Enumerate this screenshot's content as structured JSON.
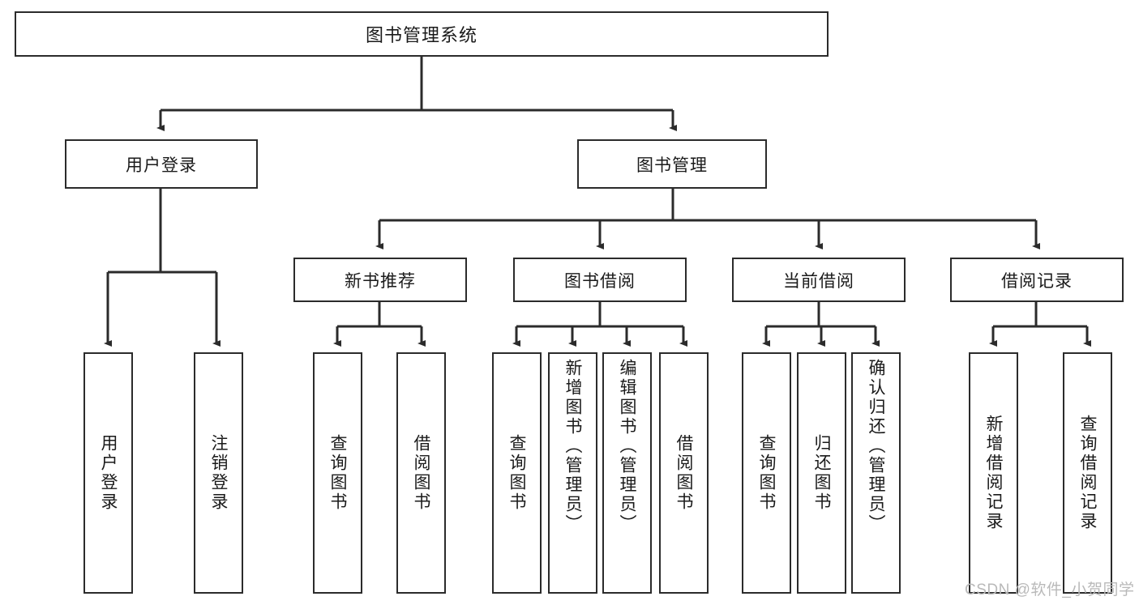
{
  "diagram": {
    "type": "tree-hierarchy",
    "root": {
      "id": "root",
      "label": "图书管理系统"
    },
    "level2": [
      {
        "id": "user-login",
        "label": "用户登录"
      },
      {
        "id": "book-manage",
        "label": "图书管理"
      }
    ],
    "level3": [
      {
        "id": "new-book-recommend",
        "label": "新书推荐",
        "parent": "book-manage"
      },
      {
        "id": "book-borrow",
        "label": "图书借阅",
        "parent": "book-manage"
      },
      {
        "id": "current-borrow",
        "label": "当前借阅",
        "parent": "book-manage"
      },
      {
        "id": "borrow-record",
        "label": "借阅记录",
        "parent": "book-manage"
      }
    ],
    "leaves": [
      {
        "id": "leaf-user-login",
        "label": "用户登录",
        "parent": "user-login"
      },
      {
        "id": "leaf-logout-login",
        "label": "注销登录",
        "parent": "user-login"
      },
      {
        "id": "leaf-query-book-1",
        "label": "查询图书",
        "parent": "new-book-recommend"
      },
      {
        "id": "leaf-borrow-book-1",
        "label": "借阅图书",
        "parent": "new-book-recommend"
      },
      {
        "id": "leaf-query-book-2",
        "label": "查询图书",
        "parent": "book-borrow"
      },
      {
        "id": "leaf-add-book",
        "label": "新增图书（管理员）",
        "parent": "book-borrow"
      },
      {
        "id": "leaf-edit-book",
        "label": "编辑图书（管理员）",
        "parent": "book-borrow"
      },
      {
        "id": "leaf-borrow-book-2",
        "label": "借阅图书",
        "parent": "book-borrow"
      },
      {
        "id": "leaf-query-book-3",
        "label": "查询图书",
        "parent": "current-borrow"
      },
      {
        "id": "leaf-return-book",
        "label": "归还图书",
        "parent": "current-borrow"
      },
      {
        "id": "leaf-confirm-return",
        "label": "确认归还（管理员）",
        "parent": "current-borrow"
      },
      {
        "id": "leaf-add-record",
        "label": "新增借阅记录",
        "parent": "borrow-record"
      },
      {
        "id": "leaf-query-record",
        "label": "查询借阅记录",
        "parent": "borrow-record"
      }
    ],
    "colors": {
      "stroke": "#2b2b2b",
      "fill": "#ffffff",
      "text": "#1a1a1a",
      "watermark": "#b9b9b9"
    }
  },
  "watermark": {
    "text": "CSDN @软件_小贺同学"
  }
}
